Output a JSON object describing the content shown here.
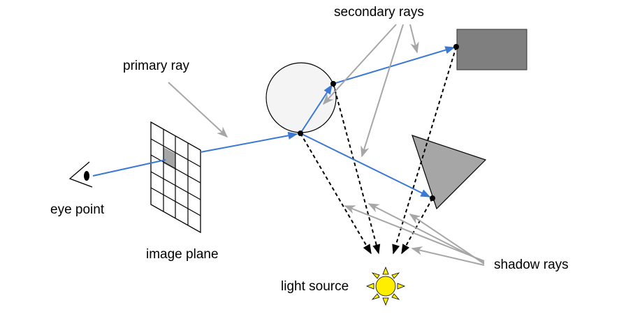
{
  "labels": {
    "primary_ray": "primary ray",
    "secondary_rays": "secondary rays",
    "eye_point": "eye point",
    "image_plane": "image plane",
    "light_source": "light source",
    "shadow_rays": "shadow rays"
  },
  "colors": {
    "ray": "#3a78d6",
    "annotation": "#a6a6a6",
    "shadow": "#000000",
    "sphere_fill": "#f4f4f4",
    "box_fill": "#7f7f7f",
    "triangle_fill": "#a6a6a6",
    "pixel_fill": "#a6a6a6",
    "sun_fill": "#ffee00"
  }
}
